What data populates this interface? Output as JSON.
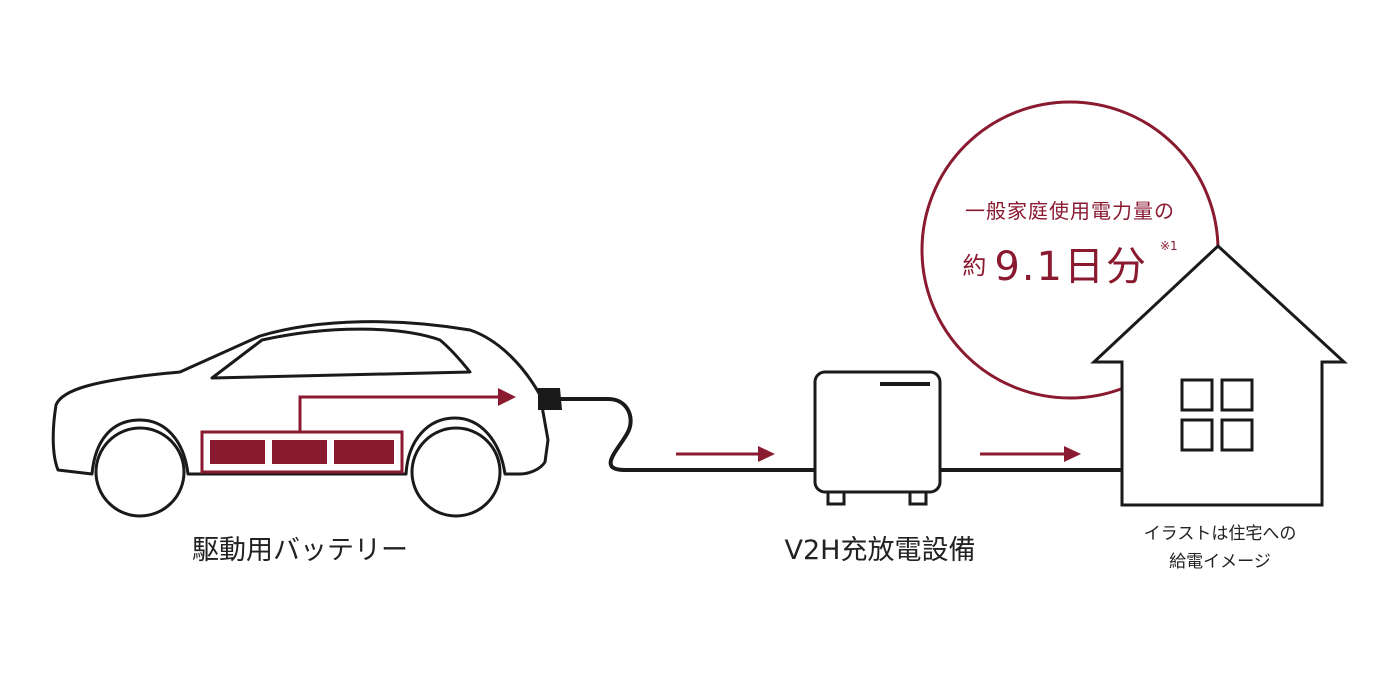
{
  "labels": {
    "car": "駆動用バッテリー",
    "v2h": "V2H充放電設備",
    "house_line1": "イラストは住宅への",
    "house_line2": "給電イメージ"
  },
  "callout": {
    "line1": "一般家庭使用電力量の",
    "prefix": "約",
    "amount": "9.1日分",
    "note": "※1"
  },
  "colors": {
    "accent": "#8a1a30",
    "line": "#1a1a1a"
  },
  "icons": {
    "car": "car-icon",
    "v2h": "v2h-charger-icon",
    "house": "house-icon"
  }
}
